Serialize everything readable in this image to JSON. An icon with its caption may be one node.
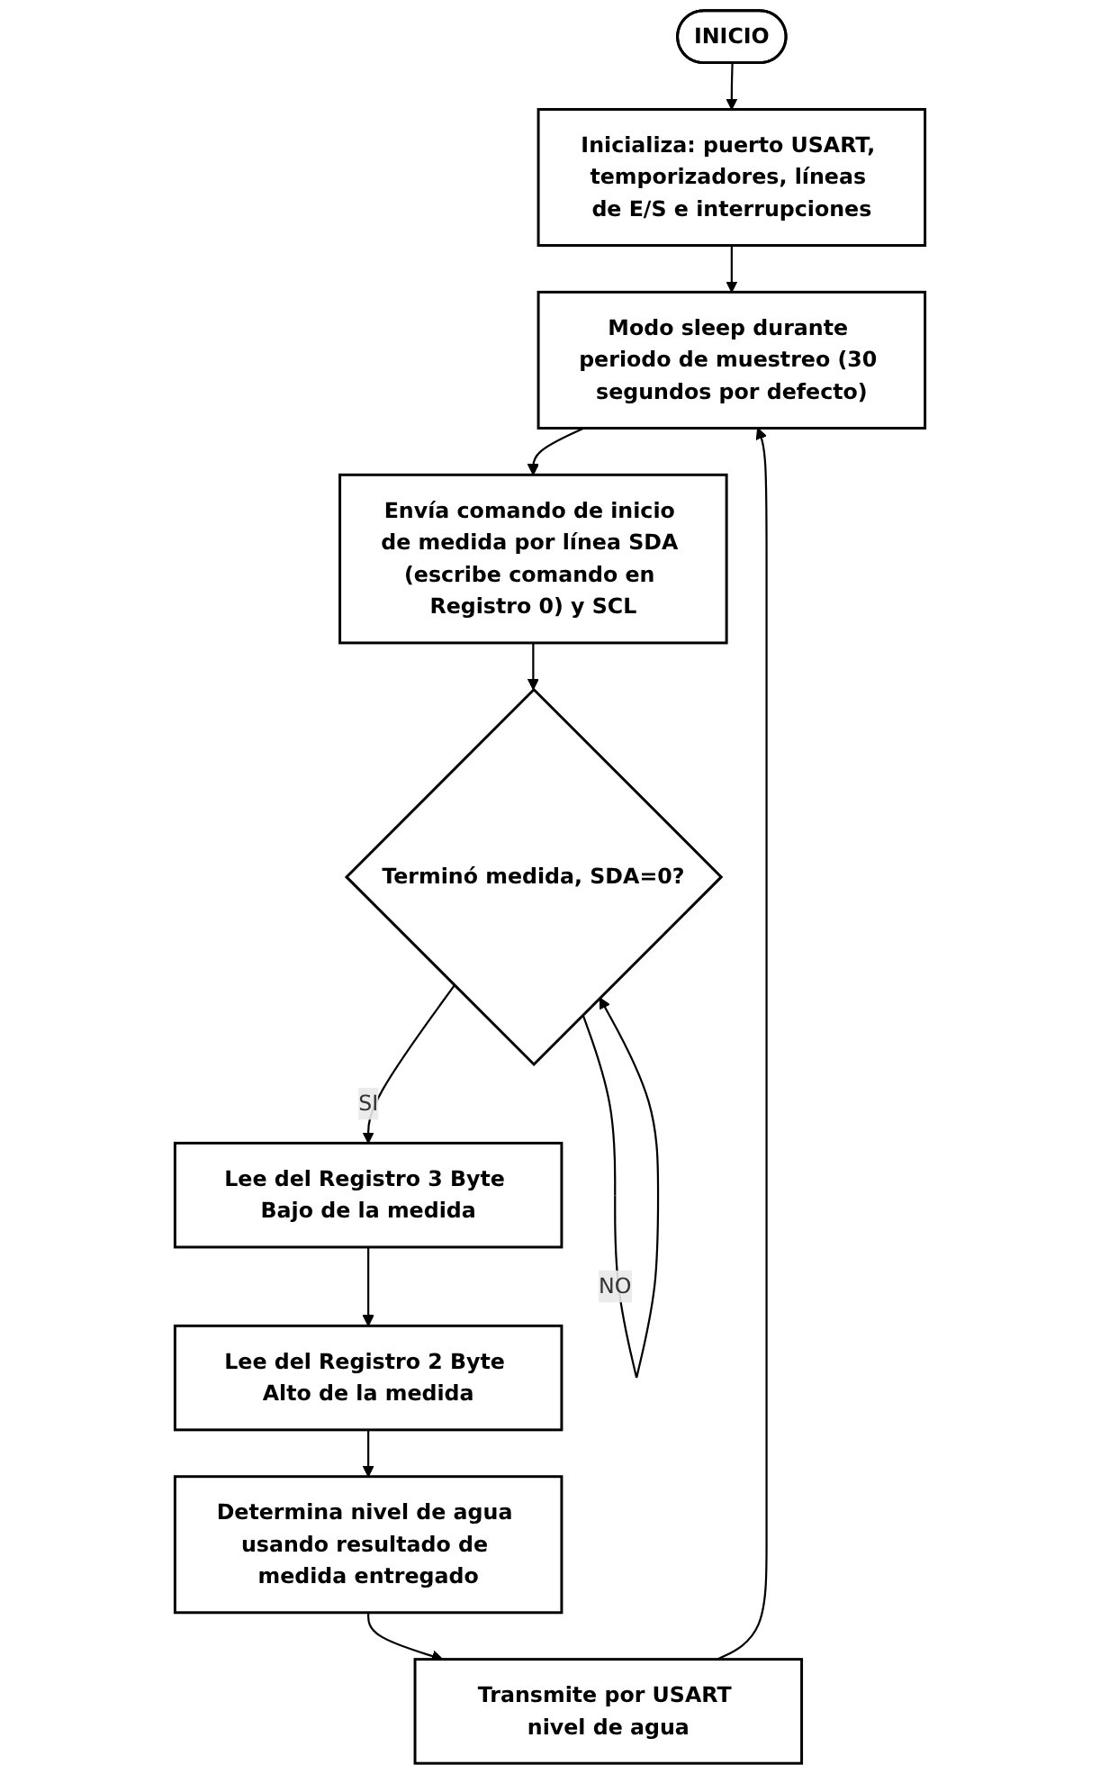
{
  "diagram": {
    "nodes": [
      {
        "text": [
          "INICIO"
        ]
      },
      {
        "text": [
          "Inicializa: puerto USART, temporizadores, líneas de E/S e interrupciones"
        ]
      },
      {
        "text": [
          "Modo sleep durante periodo de muestreo (30 segundos por defecto)"
        ]
      },
      {
        "text": [
          "Envía comando de inicio de medida por línea SDA (escribe comando en Registro 0) y SCL"
        ]
      },
      {
        "text": [
          "Terminó medida, SDA=0?"
        ]
      },
      {
        "text": [
          "Lee del Registro 3 Byte Bajo de la medida"
        ]
      },
      {
        "text": [
          "Lee del Registro 2 Byte Alto de la medida"
        ]
      },
      {
        "text": [
          "Determina nivel de agua usando resultado de medida entregado"
        ]
      },
      {
        "text": [
          "Transmite por USART nivel de agua"
        ]
      }
    ],
    "edges": [
      {
        "from": 0,
        "to": 1,
        "arrow": "to"
      },
      {
        "from": 1,
        "to": 2,
        "arrow": "to"
      },
      {
        "from": 2,
        "to": 3,
        "arrow": "to"
      },
      {
        "from": 3,
        "to": 4,
        "arrow": "to"
      },
      {
        "from": 4,
        "to": 4,
        "arrow": "to",
        "label": "NO"
      },
      {
        "from": 4,
        "to": 5,
        "arrow": "to",
        "label": "SI"
      },
      {
        "from": 5,
        "to": 6,
        "arrow": "to"
      },
      {
        "from": 6,
        "to": 7,
        "arrow": "to"
      },
      {
        "from": 7,
        "to": 8,
        "arrow": "to"
      },
      {
        "from": 8,
        "to": 2,
        "arrow": "to"
      }
    ]
  }
}
